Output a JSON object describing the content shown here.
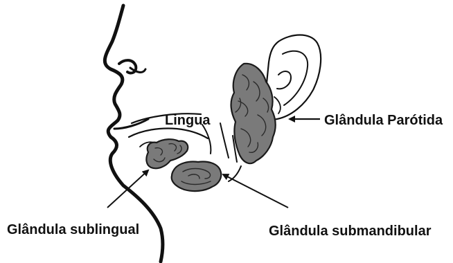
{
  "labels": {
    "tongue": "Lingua",
    "parotid": "Glândula Parótida",
    "sublingual": "Glândula sublingual",
    "submandibular": "Glândula submandibular"
  },
  "colors": {
    "ink": "#111111",
    "gland_fill": "#7a7a7a",
    "background": "#ffffff"
  }
}
